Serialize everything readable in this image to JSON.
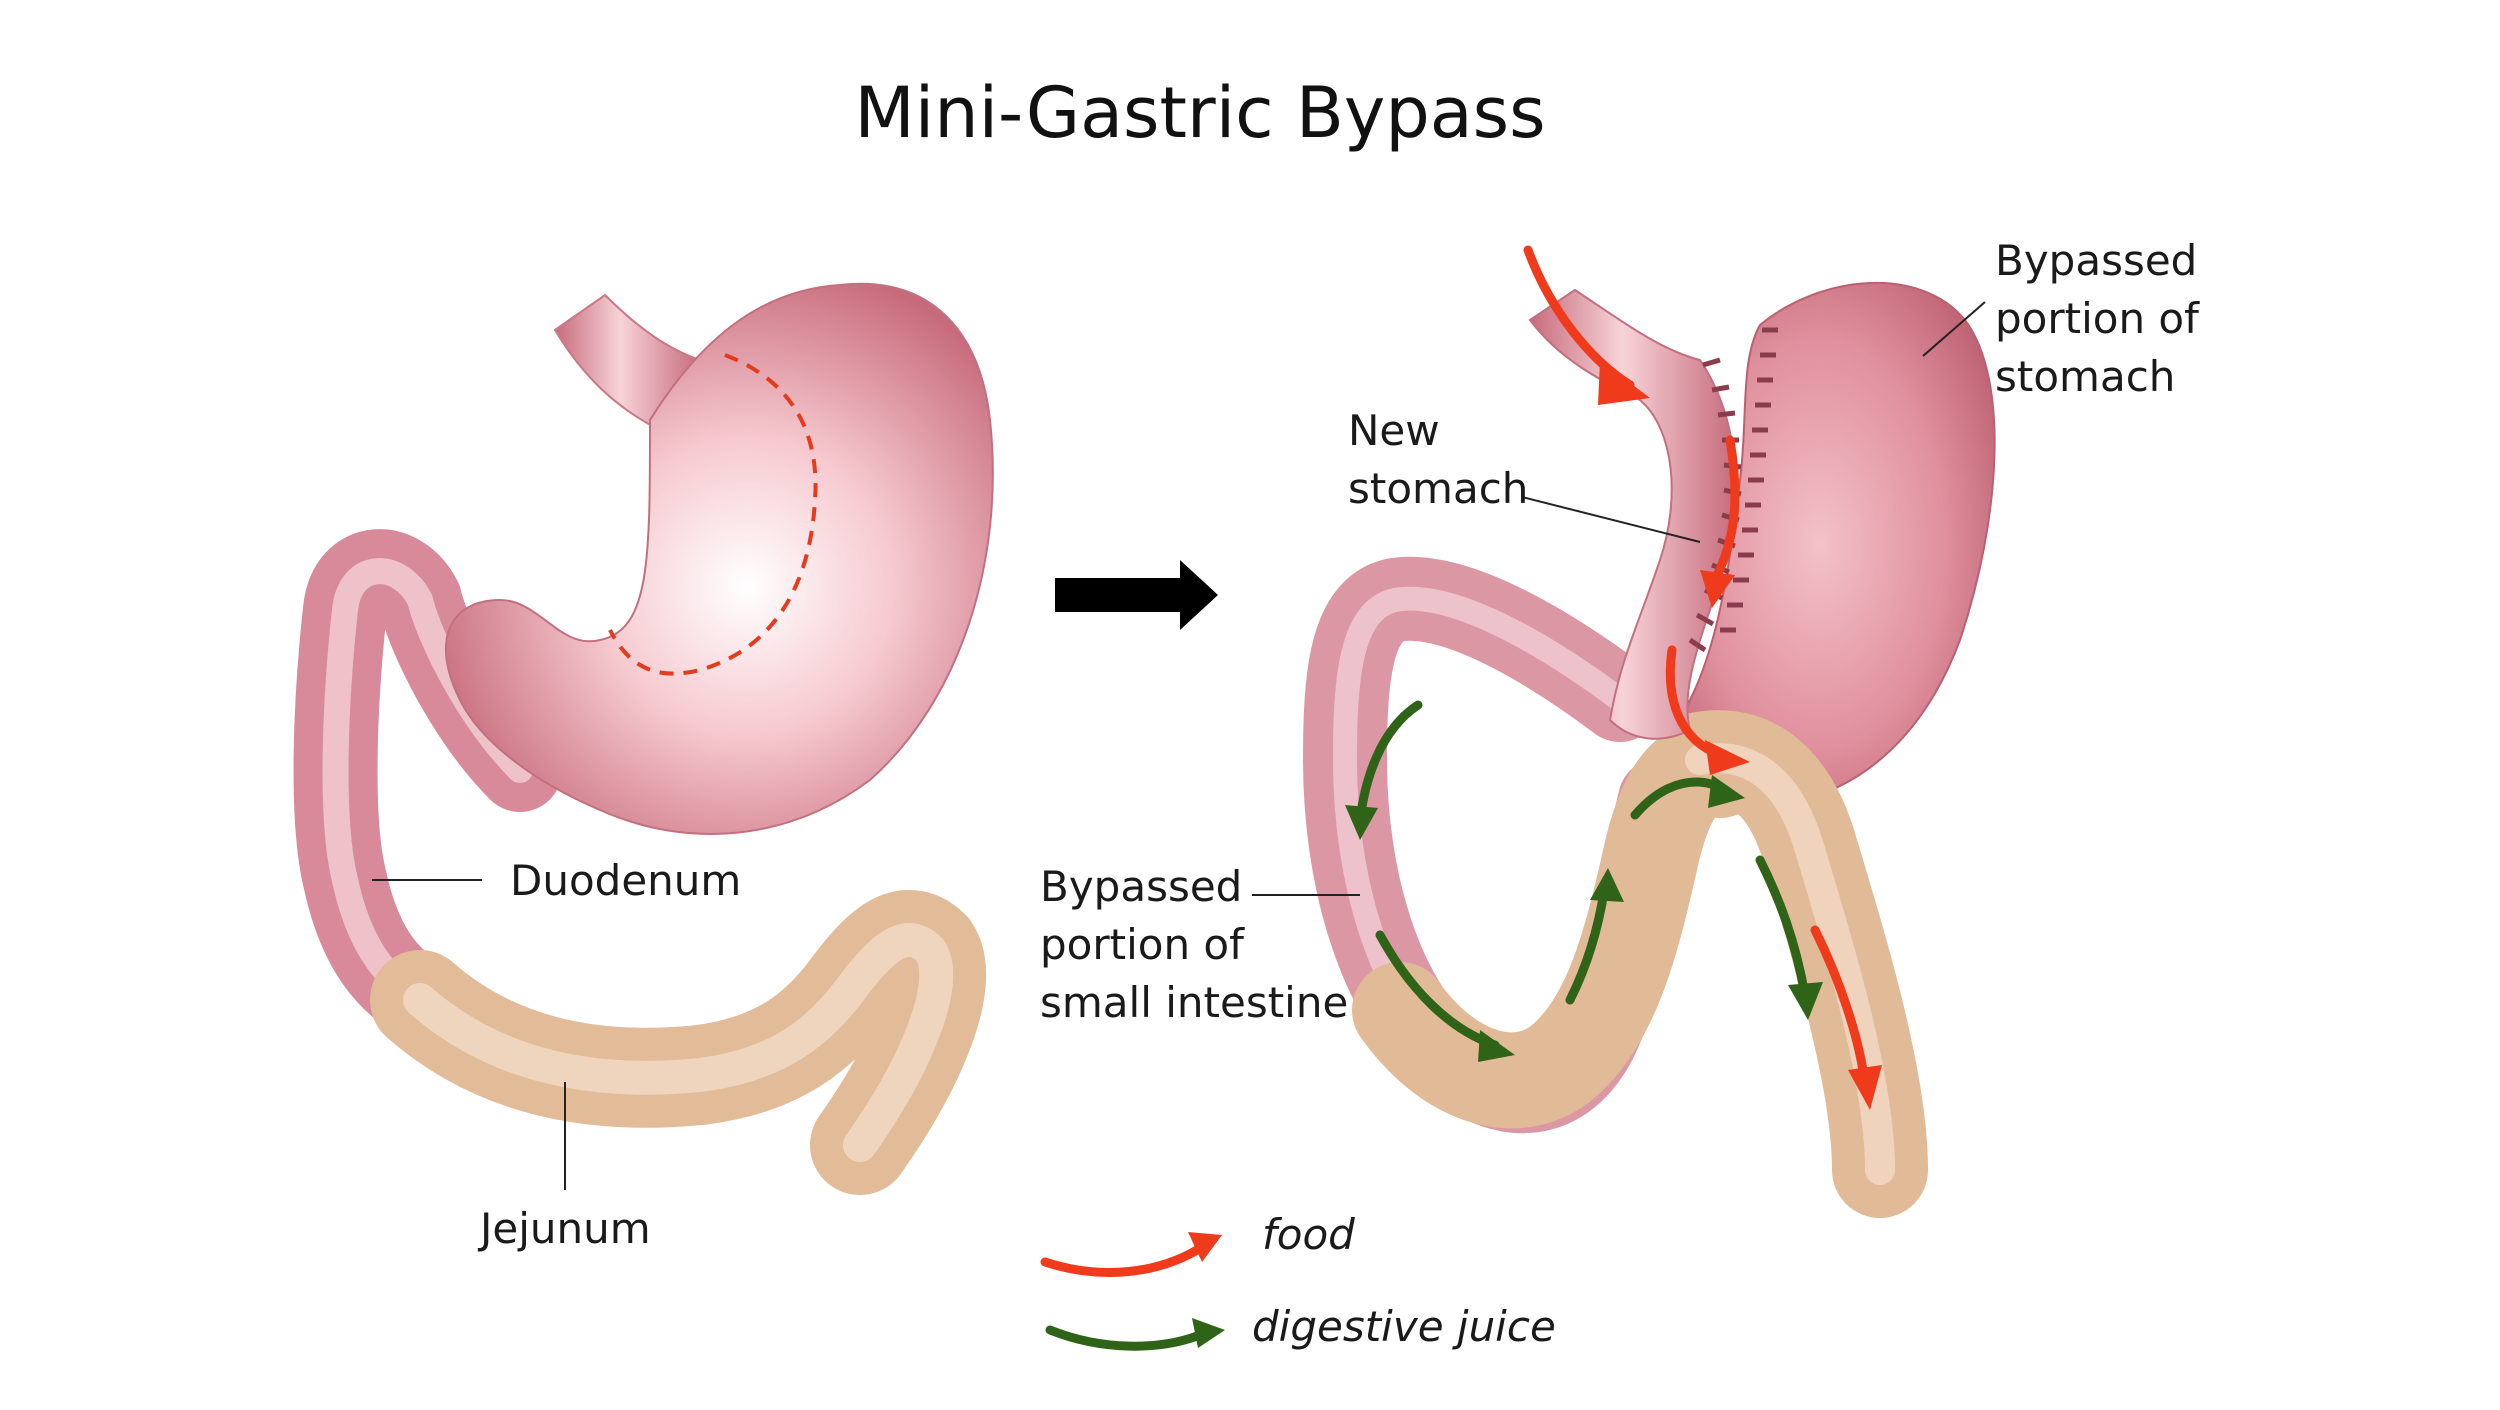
{
  "title": "Mini-Gastric Bypass",
  "labels": {
    "duodenum": "Duodenum",
    "jejunum": "Jejunum",
    "new_stomach": "New\nstomach",
    "bypassed_stomach": "Bypassed\nportion of\nstomach",
    "bypassed_intestine": "Bypassed\nportion of\nsmall intestine"
  },
  "legend": {
    "food": "food",
    "digestive_juice": "digestive juice"
  },
  "colors": {
    "stomach": "#e49aa6",
    "stomach_dark": "#b85a6c",
    "intestine": "#e7c3a2",
    "intestine_dark": "#c99c76",
    "food_arrow": "#f03a1c",
    "juice_arrow": "#2f6418",
    "cut_line": "#e63a1c",
    "staple": "#8a3c4c",
    "transition_arrow": "#000000"
  }
}
